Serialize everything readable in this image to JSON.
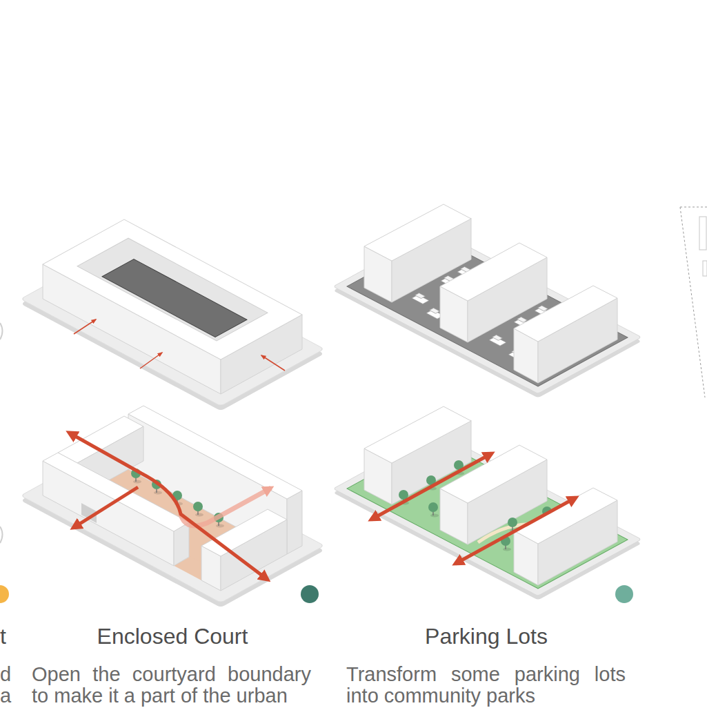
{
  "diagram": {
    "labels": [
      "t",
      "d",
      "a",
      "Enclosed Court",
      "Open the courtyard boundary to make it a part of the urban",
      "Parking Lots",
      "Transform some parking lots into community parks"
    ]
  }
}
